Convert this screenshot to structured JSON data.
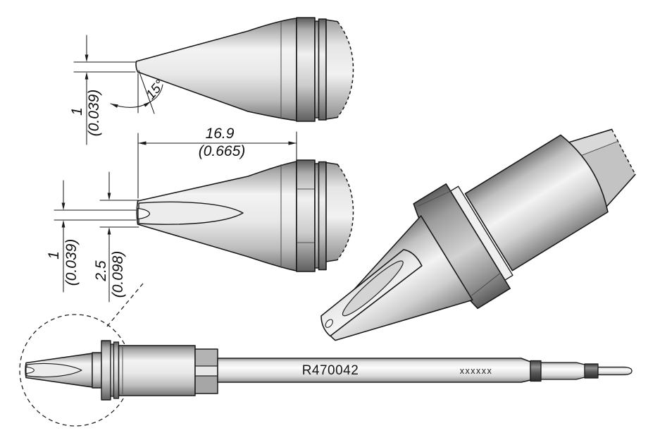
{
  "drawing": {
    "part_number": "R470042",
    "serial_marking": "xxxxxx",
    "dimensions": {
      "tip_thickness": {
        "mm": "1",
        "inch": "(0.039)"
      },
      "tip_width": {
        "mm": "2.5",
        "inch": "(0.098)"
      },
      "tip_length": {
        "mm": "16.9",
        "inch": "(0.665)"
      },
      "bevel_angle": "15°"
    },
    "colors": {
      "background": "#ffffff",
      "line": "#1a1a1a",
      "metal_light": "#f3f3f3",
      "metal_mid": "#cfcfcf",
      "metal_dark": "#6e6e6e",
      "band_dark": "#383838"
    }
  }
}
